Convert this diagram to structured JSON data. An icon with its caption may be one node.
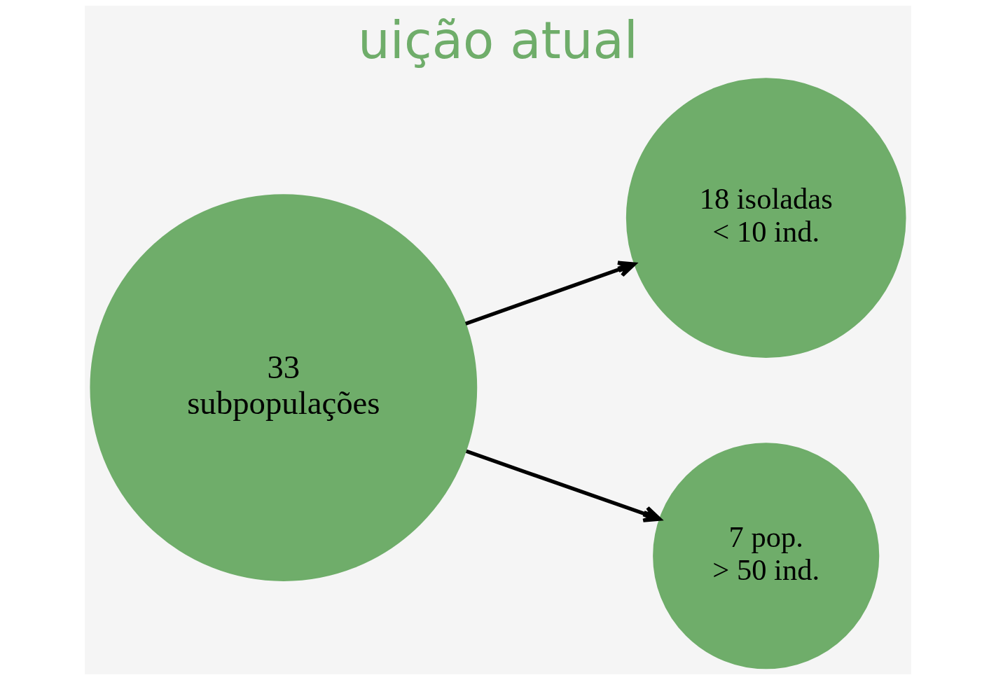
{
  "diagram": {
    "title": "uição atual",
    "nodes": [
      {
        "text": [
          "33",
          "subpopulações"
        ]
      },
      {
        "text": [
          "18 isoladas",
          "< 10 ind."
        ]
      },
      {
        "text": [
          "7 pop.",
          "> 50 ind."
        ]
      }
    ],
    "edges": [
      {
        "from": 0,
        "to": 1,
        "arrow": "to"
      },
      {
        "from": 0,
        "to": 2,
        "arrow": "to"
      }
    ]
  }
}
